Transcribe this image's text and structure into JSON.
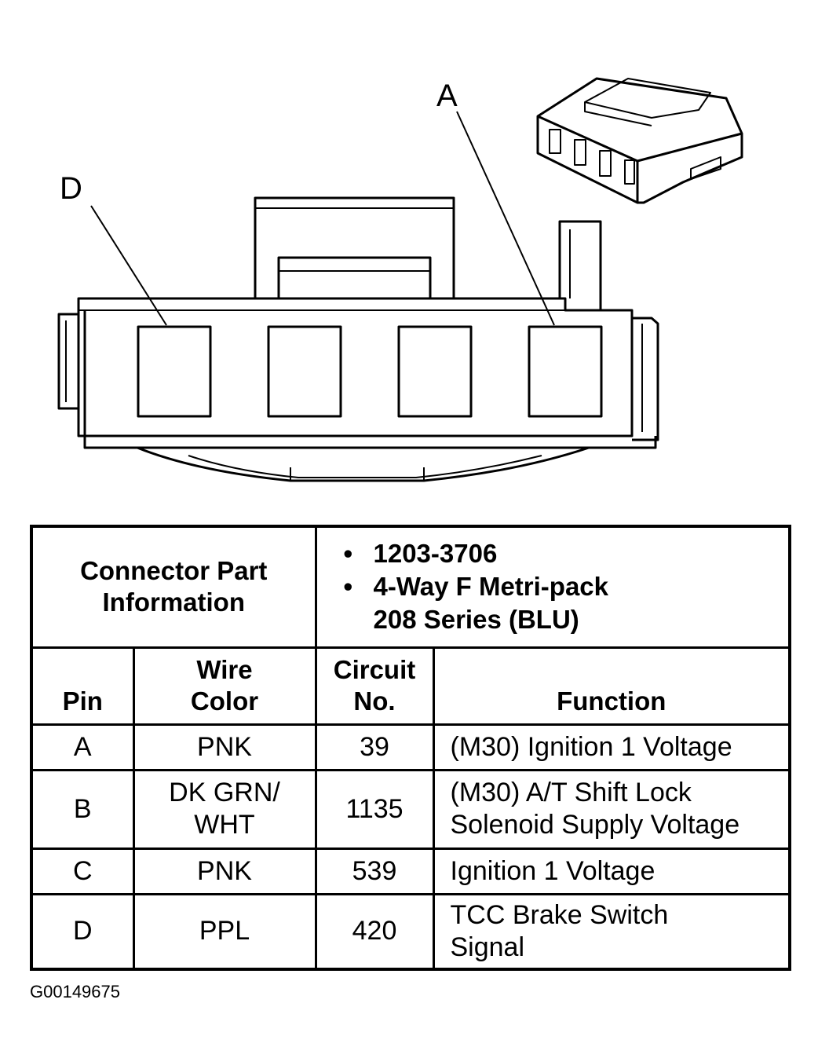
{
  "diagram": {
    "callout_a": "A",
    "callout_d": "D"
  },
  "connector_info": {
    "label_line1": "Connector Part",
    "label_line2": "Information",
    "bullets": [
      {
        "bullet": "•",
        "line1": "1203-3706",
        "line2": ""
      },
      {
        "bullet": "•",
        "line1": "4-Way F Metri-pack",
        "line2": "208 Series (BLU)"
      }
    ]
  },
  "headers": {
    "pin": "Pin",
    "wire_color_line1": "Wire",
    "wire_color_line2": "Color",
    "circuit_line1": "Circuit",
    "circuit_line2": "No.",
    "function": "Function"
  },
  "rows": [
    {
      "pin": "A",
      "wire1": "PNK",
      "wire2": "",
      "circuit": "39",
      "func1": "(M30) Ignition 1 Voltage",
      "func2": ""
    },
    {
      "pin": "B",
      "wire1": "DK GRN/",
      "wire2": "WHT",
      "circuit": "1135",
      "func1": "(M30) A/T Shift Lock",
      "func2": "Solenoid Supply Voltage"
    },
    {
      "pin": "C",
      "wire1": "PNK",
      "wire2": "",
      "circuit": "539",
      "func1": "Ignition 1 Voltage",
      "func2": ""
    },
    {
      "pin": "D",
      "wire1": "PPL",
      "wire2": "",
      "circuit": "420",
      "func1": "TCC Brake Switch",
      "func2": "Signal"
    }
  ],
  "footer_code": "G00149675"
}
